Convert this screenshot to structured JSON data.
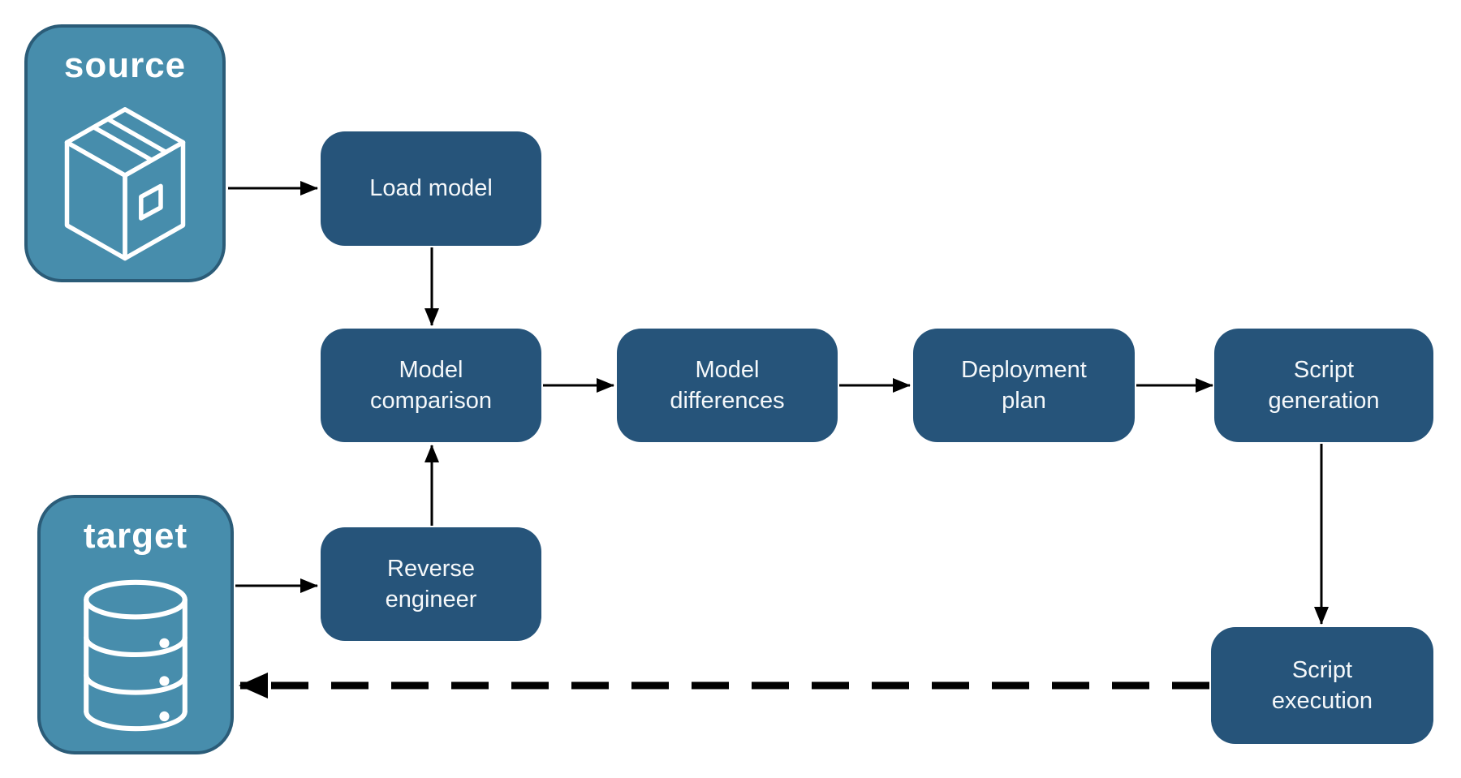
{
  "diagram": {
    "type": "flowchart",
    "background_color": "#FFFFFF",
    "colors": {
      "process_fill": "#26547A",
      "endpoint_fill": "#478DAC",
      "endpoint_border": "#2B5C78",
      "label_text": "#FFFFFF",
      "connector": "#000000"
    },
    "endpoints": [
      {
        "id": "source",
        "label": "source",
        "icon": "package-icon"
      },
      {
        "id": "target",
        "label": "target",
        "icon": "database-icon"
      }
    ],
    "nodes": [
      {
        "id": "load-model",
        "label": "Load model"
      },
      {
        "id": "model-comparison",
        "label": "Model comparison"
      },
      {
        "id": "model-differences",
        "label": "Model differences"
      },
      {
        "id": "deployment-plan",
        "label": "Deployment plan"
      },
      {
        "id": "script-generation",
        "label": "Script generation"
      },
      {
        "id": "reverse-engineer",
        "label": "Reverse engineer"
      },
      {
        "id": "script-execution",
        "label": "Script execution"
      }
    ],
    "edges": [
      {
        "from": "source",
        "to": "load-model",
        "style": "solid"
      },
      {
        "from": "load-model",
        "to": "model-comparison",
        "style": "solid"
      },
      {
        "from": "model-comparison",
        "to": "model-differences",
        "style": "solid"
      },
      {
        "from": "model-differences",
        "to": "deployment-plan",
        "style": "solid"
      },
      {
        "from": "deployment-plan",
        "to": "script-generation",
        "style": "solid"
      },
      {
        "from": "script-generation",
        "to": "script-execution",
        "style": "solid"
      },
      {
        "from": "target",
        "to": "reverse-engineer",
        "style": "solid"
      },
      {
        "from": "reverse-engineer",
        "to": "model-comparison",
        "style": "solid"
      },
      {
        "from": "script-execution",
        "to": "target",
        "style": "dashed"
      }
    ]
  }
}
